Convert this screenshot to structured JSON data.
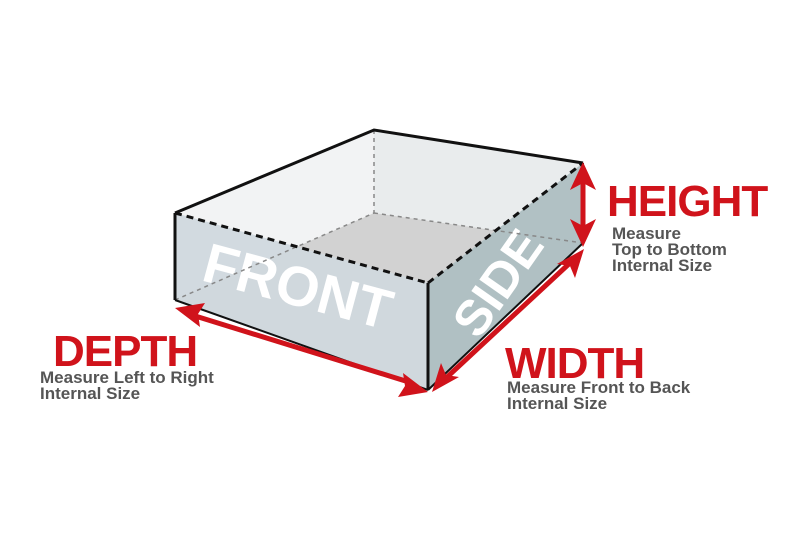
{
  "colors": {
    "accent": "#d0131b",
    "description_text": "#555555",
    "front_face": "#cfd8dd",
    "side_face": "#aebfc2",
    "floor": "#d0d0d0",
    "edge": "#111111"
  },
  "box_faces": {
    "front_label": "FRONT",
    "side_label": "SIDE"
  },
  "dimensions": {
    "height": {
      "title": "HEIGHT",
      "lines": [
        "Measure",
        "Top to Bottom",
        "Internal Size"
      ]
    },
    "depth": {
      "title": "DEPTH",
      "lines": [
        "Measure Left to Right",
        "Internal Size"
      ]
    },
    "width": {
      "title": "WIDTH",
      "lines": [
        "Measure Front to Back",
        "Internal Size"
      ]
    }
  }
}
